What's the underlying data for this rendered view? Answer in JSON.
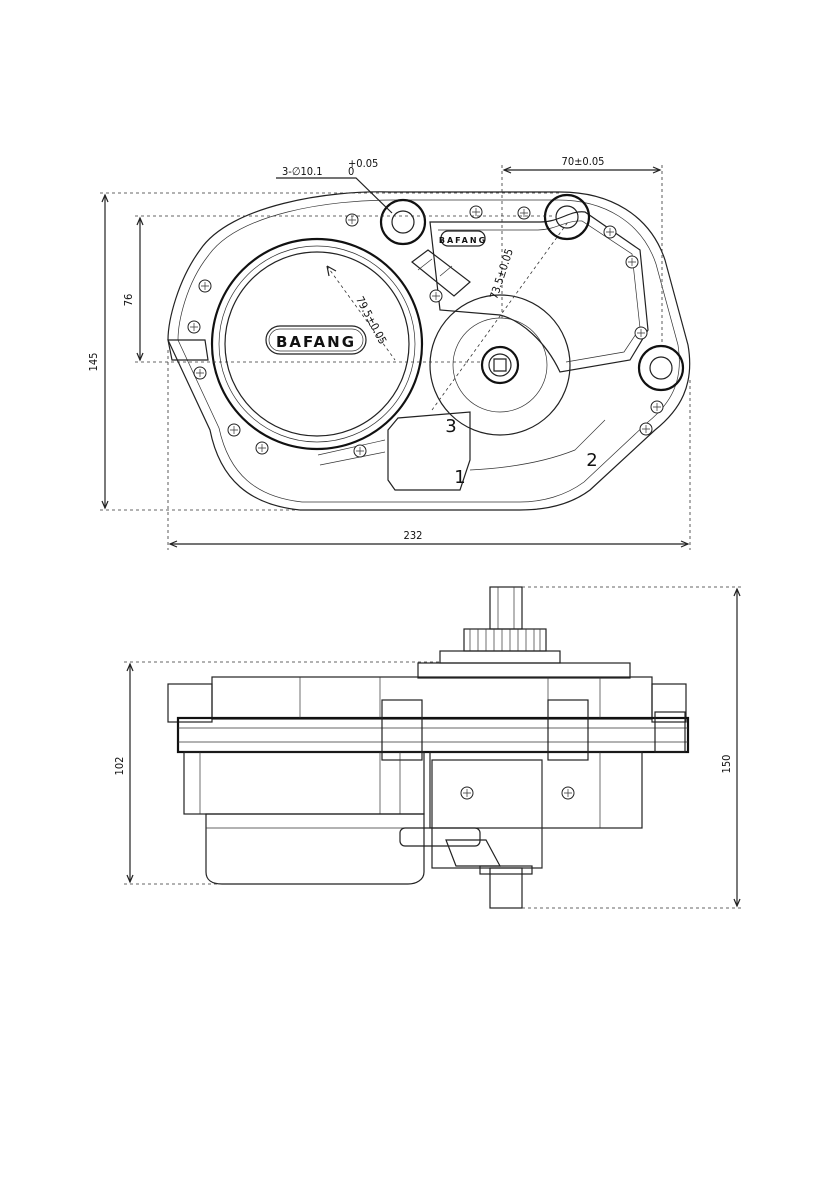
{
  "drawing": {
    "brand_large": "BAFANG",
    "brand_small": "BAFANG",
    "top_view": {
      "hole_callout": "3-∅10.1",
      "hole_tol_upper": "+0.05",
      "hole_tol_lower": "0",
      "dim_horizontal_top": "70±0.05",
      "dim_diameter": "79.5±0.05",
      "dim_offset": "73.5±0.05",
      "dim_height": "145",
      "dim_inner_height": "76",
      "dim_width": "232",
      "part_labels": [
        "1",
        "2",
        "3"
      ]
    },
    "side_view": {
      "dim_body_height": "102",
      "dim_total_height": "150"
    }
  }
}
